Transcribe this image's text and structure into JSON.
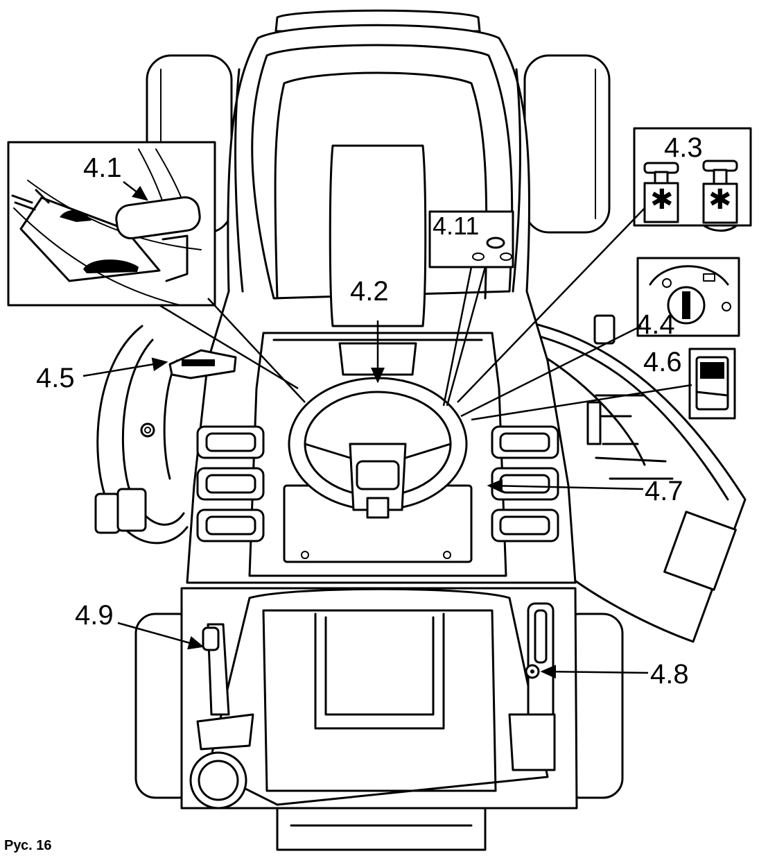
{
  "figure": {
    "caption": "Рус. 16",
    "callouts": {
      "c41": "4.1",
      "c42": "4.2",
      "c43": "4.3",
      "c44": "4.4",
      "c45": "4.5",
      "c46": "4.6",
      "c47": "4.7",
      "c48": "4.8",
      "c49": "4.9",
      "c411": "4.11"
    }
  },
  "icons": [
    "rabbit-icon",
    "turtle-icon",
    "choke-icon",
    "key-icon",
    "lock-icon"
  ],
  "colors": {
    "line": "#000000",
    "background": "#ffffff"
  }
}
